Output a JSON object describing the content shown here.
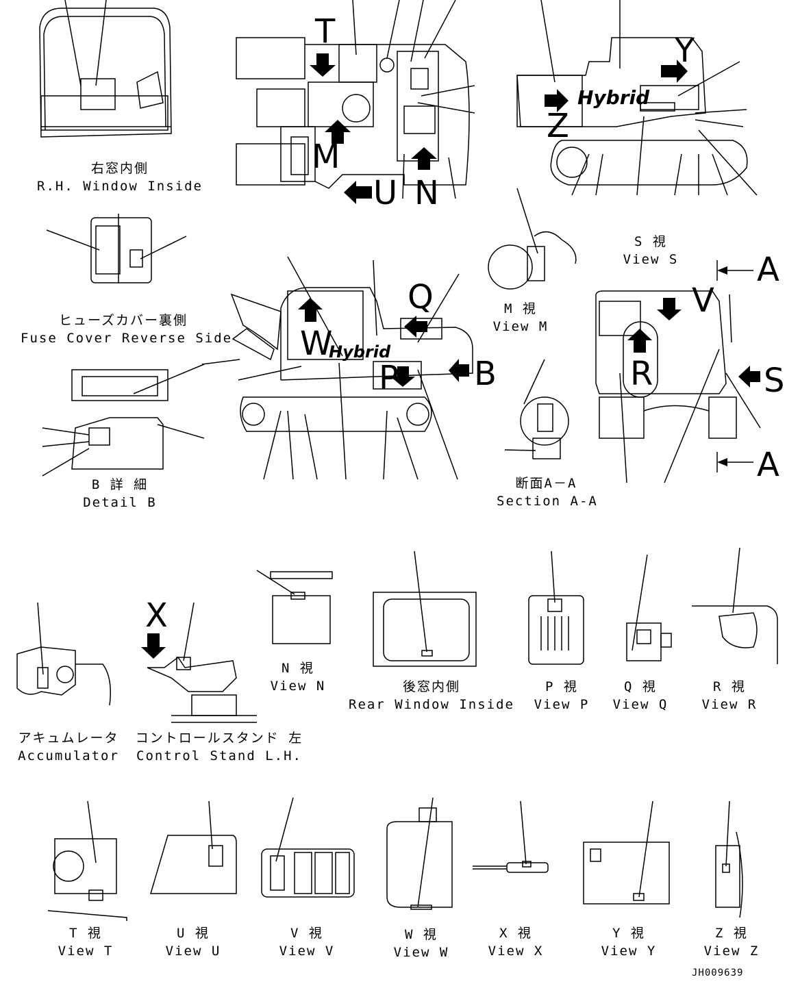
{
  "drawing_code": "JH009639",
  "views": {
    "rh_window": {
      "jp": "右窓内側",
      "en": "R.H. Window Inside"
    },
    "fuse_cover": {
      "jp": "ヒューズカバー裏側",
      "en": "Fuse Cover Reverse Side"
    },
    "detail_b": {
      "jp": "B 詳 細",
      "en": "Detail B"
    },
    "view_s": {
      "jp": "S 視",
      "en": "View S"
    },
    "view_m": {
      "jp": "M 視",
      "en": "View M"
    },
    "section_aa": {
      "jp": "断面A－A",
      "en": "Section A-A"
    },
    "view_n": {
      "jp": "N 視",
      "en": "View N"
    },
    "rear_window": {
      "jp": "後窓内側",
      "en": "Rear Window Inside"
    },
    "view_p": {
      "jp": "P 視",
      "en": "View P"
    },
    "view_q": {
      "jp": "Q 視",
      "en": "View Q"
    },
    "view_r": {
      "jp": "R 視",
      "en": "View R"
    },
    "accumulator": {
      "jp": "アキュムレータ",
      "en": "Accumulator"
    },
    "control_stand": {
      "jp": "コントロールスタンド 左",
      "en": "Control Stand L.H."
    },
    "view_t": {
      "jp": "T 視",
      "en": "View T"
    },
    "view_u": {
      "jp": "U 視",
      "en": "View U"
    },
    "view_v": {
      "jp": "V 視",
      "en": "View V"
    },
    "view_w": {
      "jp": "W 視",
      "en": "View W"
    },
    "view_x": {
      "jp": "X 視",
      "en": "View X"
    },
    "view_y": {
      "jp": "Y 視",
      "en": "View Y"
    },
    "view_z": {
      "jp": "Z 視",
      "en": "View Z"
    }
  },
  "letters": {
    "T": "T",
    "M": "M",
    "U": "U",
    "N": "N",
    "Y": "Y",
    "Z": "Z",
    "Q": "Q",
    "W": "W",
    "P": "P",
    "B": "B",
    "V": "V",
    "R": "R",
    "S": "S",
    "A1": "A",
    "A2": "A",
    "X": "X"
  },
  "brand_text": "Hybrid"
}
